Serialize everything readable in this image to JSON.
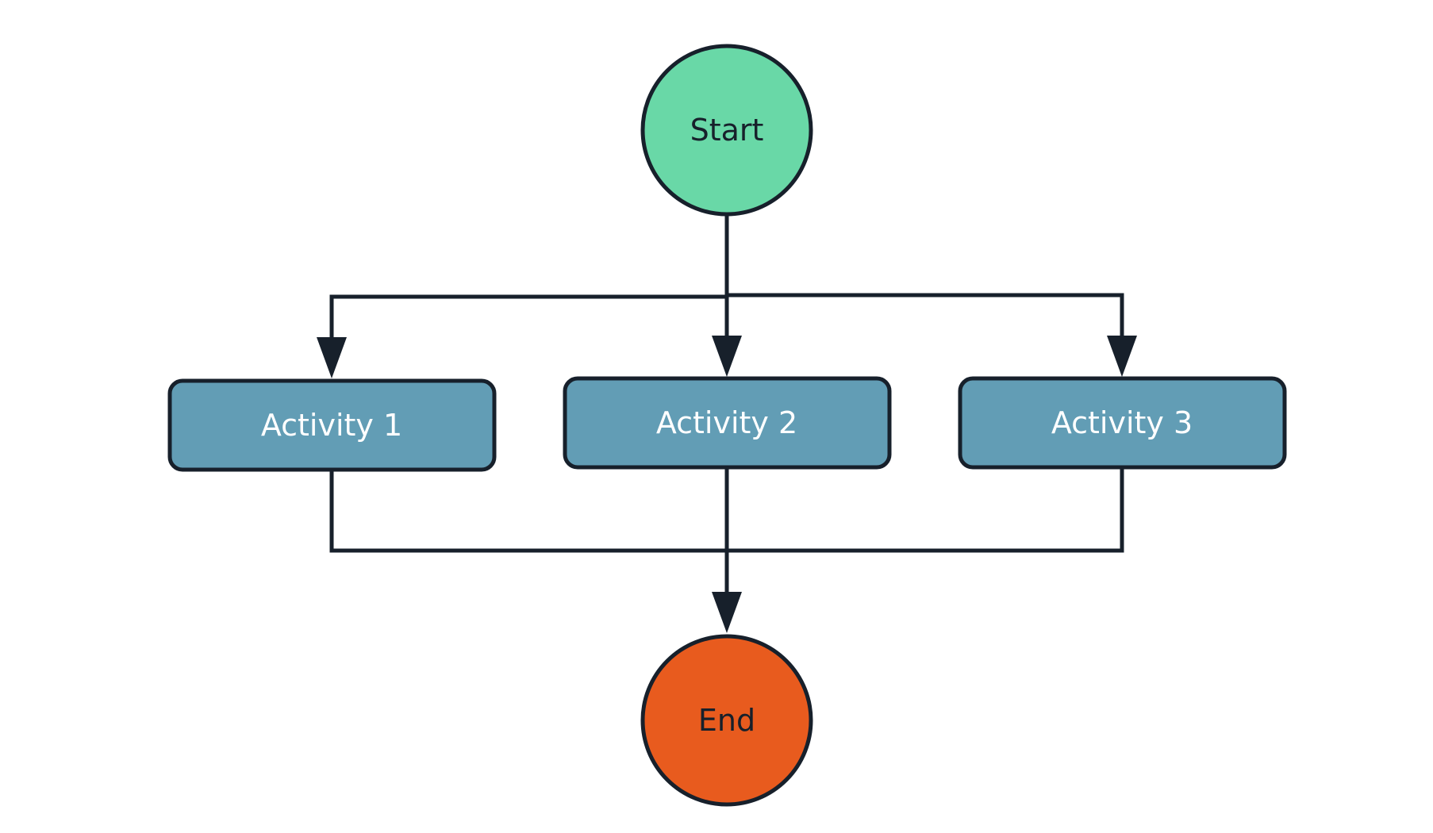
{
  "diagram": {
    "type": "activity-flowchart",
    "colors": {
      "stroke": "#17202b",
      "start_fill": "#69d8a7",
      "end_fill": "#e85b1e",
      "activity_fill": "#629db5",
      "activity_text": "#ffffff",
      "terminal_text": "#17202b",
      "background": "#ffffff"
    },
    "nodes": {
      "start": {
        "label": "Start",
        "shape": "circle"
      },
      "activity1": {
        "label": "Activity 1",
        "shape": "rounded-rectangle"
      },
      "activity2": {
        "label": "Activity 2",
        "shape": "rounded-rectangle"
      },
      "activity3": {
        "label": "Activity 3",
        "shape": "rounded-rectangle"
      },
      "end": {
        "label": "End",
        "shape": "circle"
      }
    },
    "edges": [
      {
        "from": "start",
        "to": "activity1",
        "arrow": "end"
      },
      {
        "from": "start",
        "to": "activity2",
        "arrow": "end"
      },
      {
        "from": "start",
        "to": "activity3",
        "arrow": "end"
      },
      {
        "from": "activity1",
        "to": "end",
        "arrow": "end"
      },
      {
        "from": "activity2",
        "to": "end",
        "arrow": "end"
      },
      {
        "from": "activity3",
        "to": "end",
        "arrow": "end"
      }
    ]
  }
}
